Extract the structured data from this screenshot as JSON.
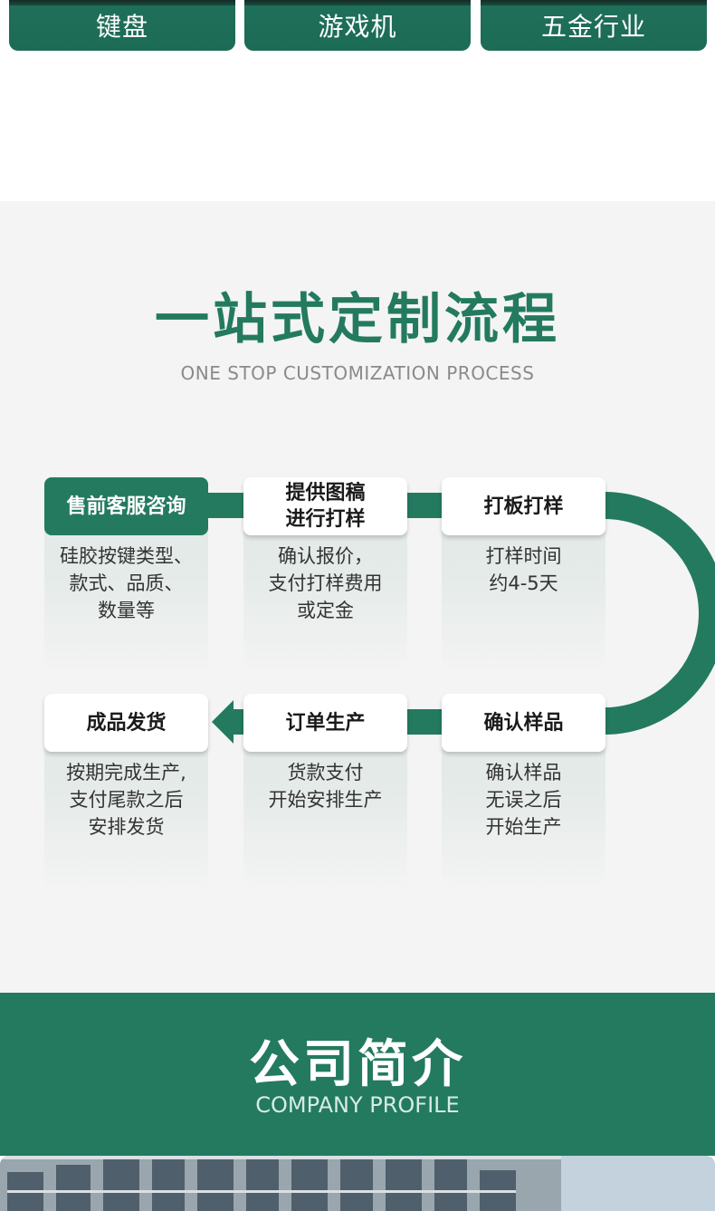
{
  "categories": [
    {
      "label": "键盘"
    },
    {
      "label": "游戏机"
    },
    {
      "label": "五金行业"
    }
  ],
  "process": {
    "title": "一站式定制流程",
    "subtitle": "ONE STOP CUSTOMIZATION PROCESS",
    "steps": [
      {
        "title": "售前客服咨询",
        "desc": "硅胶按键类型、\n款式、品质、\n数量等"
      },
      {
        "title": "提供图稿\n进行打样",
        "desc": "确认报价，\n支付打样费用\n或定金"
      },
      {
        "title": "打板打样",
        "desc": "打样时间\n约4-5天"
      },
      {
        "title": "成品发货",
        "desc": "按期完成生产,\n支付尾款之后\n安排发货"
      },
      {
        "title": "订单生产",
        "desc": "货款支付\n开始安排生产"
      },
      {
        "title": "确认样品",
        "desc": "确认样品\n无误之后\n开始生产"
      }
    ]
  },
  "profile": {
    "title": "公司简介",
    "subtitle": "COMPANY PROFILE"
  },
  "colors": {
    "accent": "#237a5f",
    "background": "#f4f4f4",
    "subtitle_gray": "#8a8a8a"
  }
}
